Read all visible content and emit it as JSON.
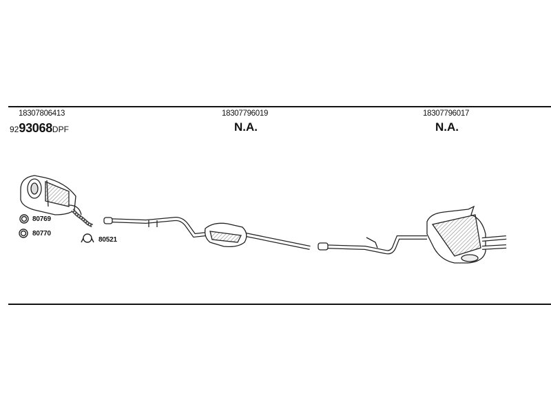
{
  "sections": [
    {
      "part_number": "18307806413",
      "code_prefix": "92",
      "code_main": "93068",
      "code_suffix": "DPF"
    },
    {
      "part_number": "18307796019",
      "status": "N.A."
    },
    {
      "part_number": "18307796017",
      "status": "N.A."
    }
  ],
  "small_parts": [
    {
      "label": "80769",
      "icon": "clamp-ring-icon"
    },
    {
      "label": "80770",
      "icon": "clamp-ring-icon"
    },
    {
      "label": "80521",
      "icon": "clamp-band-icon"
    }
  ]
}
